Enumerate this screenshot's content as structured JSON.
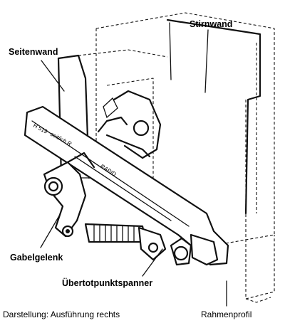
{
  "labels": {
    "stirnwand": "Stirnwand",
    "seitenwand": "Seitenwand",
    "gabelgelenk": "Gabelgelenk",
    "uebertotpunktspanner": "Übertotpunktspanner",
    "rahmenprofil": "Rahmenprofil",
    "darstellung": "Darstellung: Ausführung rechts"
  },
  "lever_text": {
    "model": "H 519",
    "side": "seitlich R",
    "brand": "RAPID"
  }
}
